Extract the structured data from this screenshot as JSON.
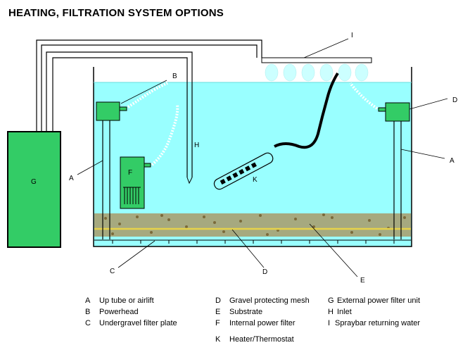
{
  "title": "HEATING, FILTRATION SYSTEM OPTIONS",
  "colors": {
    "water": "#99ffff",
    "equipment": "#33cc66",
    "gravel": "#998855",
    "mesh": "#ddcc44",
    "outline": "#000000"
  },
  "diagram_labels": {
    "A_left": "A",
    "A_right": "A",
    "B": "B",
    "C": "C",
    "D_top": "D",
    "D_bottom": "D",
    "E": "E",
    "F": "F",
    "G": "G",
    "H": "H",
    "I": "I",
    "K": "K"
  },
  "legend": [
    {
      "key": "A",
      "text": "Up tube or airlift"
    },
    {
      "key": "B",
      "text": "Powerhead"
    },
    {
      "key": "C",
      "text": "Undergravel filter plate"
    },
    {
      "key": "D",
      "text": "Gravel protecting mesh"
    },
    {
      "key": "E",
      "text": "Substrate"
    },
    {
      "key": "F",
      "text": "Internal power filter"
    },
    {
      "key": "K",
      "text": "Heater/Thermostat"
    },
    {
      "key": "G",
      "text": "External power filter unit"
    },
    {
      "key": "H",
      "text": "Inlet"
    },
    {
      "key": "I",
      "text": "Spraybar returning water"
    }
  ]
}
